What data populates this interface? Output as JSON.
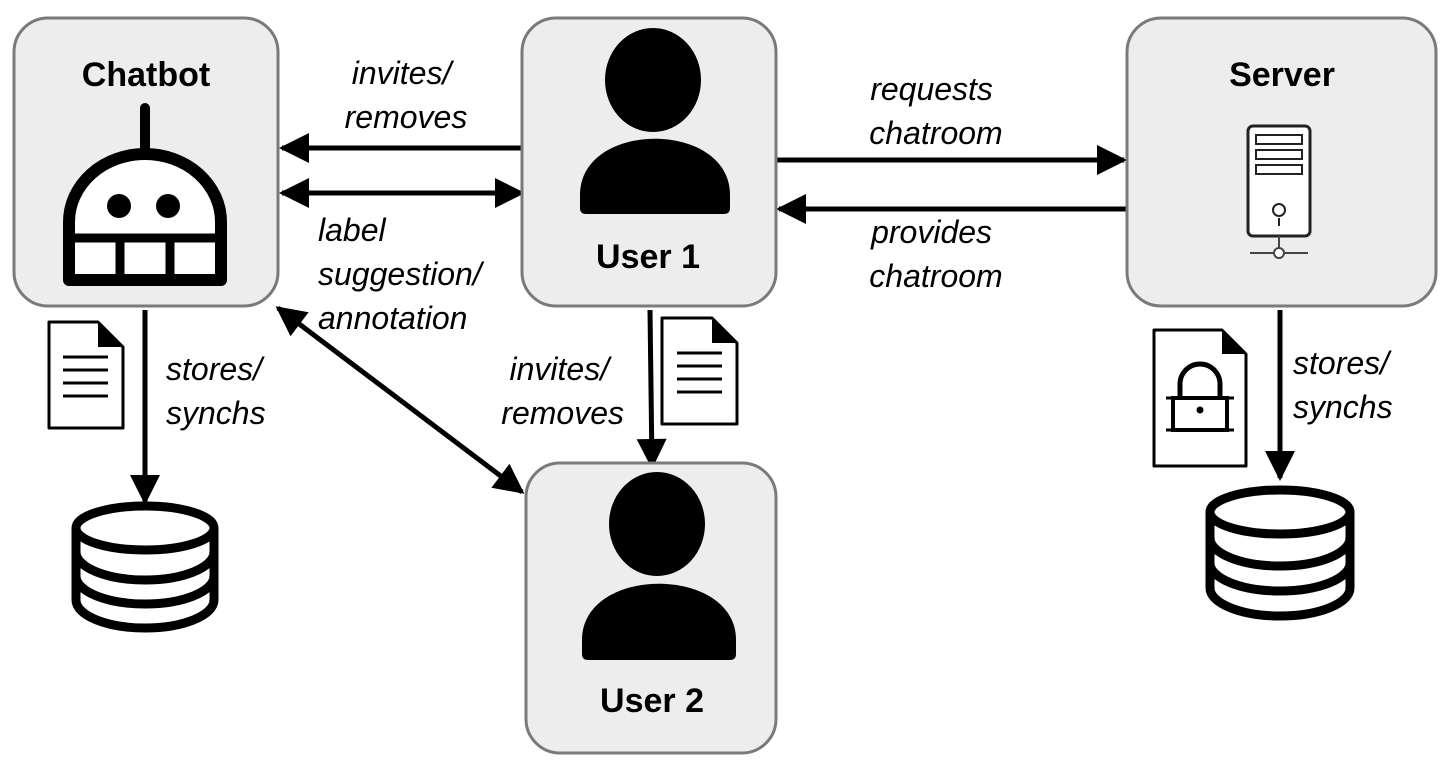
{
  "nodes": {
    "chatbot": {
      "title": "Chatbot"
    },
    "user1": {
      "title": "User 1"
    },
    "user2": {
      "title": "User 2"
    },
    "server": {
      "title": "Server"
    }
  },
  "edges": {
    "user1_to_chatbot": [
      "invites/",
      "removes"
    ],
    "chatbot_user1_label": [
      "label",
      "suggestion/",
      "annotation"
    ],
    "user1_to_server": [
      "requests",
      "chatroom"
    ],
    "server_to_user1": [
      "provides",
      "chatroom"
    ],
    "user1_to_user2": [
      "invites/",
      "removes"
    ],
    "chatbot_to_db": [
      "stores/",
      "synchs"
    ],
    "server_to_db": [
      "stores/",
      "synchs"
    ]
  },
  "colors": {
    "box_fill": "#ededed",
    "box_stroke": "#7a7a7a",
    "ink": "#000000"
  },
  "icons": [
    "robot-icon",
    "user-icon",
    "server-icon",
    "database-icon",
    "document-icon",
    "locked-document-icon"
  ]
}
